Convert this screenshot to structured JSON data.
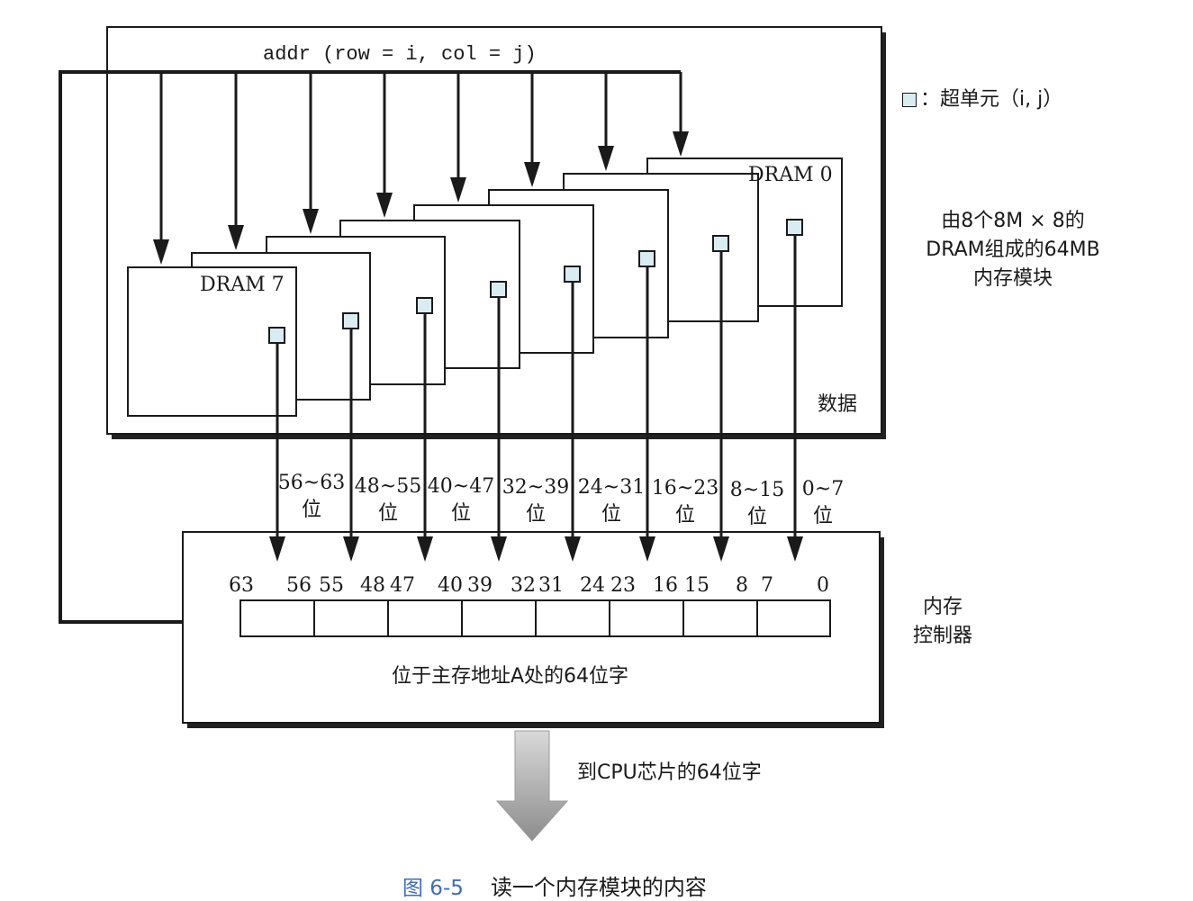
{
  "addr_label": "addr (row = i, col = j)",
  "legend": {
    "text": "：超单元（i, j）"
  },
  "module_label": [
    "由8个8M × 8的",
    "DRAM组成的64MB",
    "内存模块"
  ],
  "dram_labels": {
    "first": "DRAM 0",
    "last": "DRAM 7"
  },
  "data_label": "数据",
  "bit_groups": [
    {
      "range": "56~63",
      "unit": "位"
    },
    {
      "range": "48~55",
      "unit": "位"
    },
    {
      "range": "40~47",
      "unit": "位"
    },
    {
      "range": "32~39",
      "unit": "位"
    },
    {
      "range": "24~31",
      "unit": "位"
    },
    {
      "range": "16~23",
      "unit": "位"
    },
    {
      "range": "8~15",
      "unit": "位"
    },
    {
      "range": "0~7",
      "unit": "位"
    }
  ],
  "bit_indices": [
    "63",
    "56",
    "55",
    "48",
    "47",
    "40",
    "39",
    "32",
    "31",
    "24",
    "23",
    "16",
    "15",
    "8",
    "7",
    "0"
  ],
  "controller_label": [
    "内存",
    "控制器"
  ],
  "word_label": "位于主存地址A处的64位字",
  "output_label": "到CPU芯片的64位字",
  "caption": {
    "figure": "图 6-5",
    "title": "读一个内存模块的内容"
  }
}
